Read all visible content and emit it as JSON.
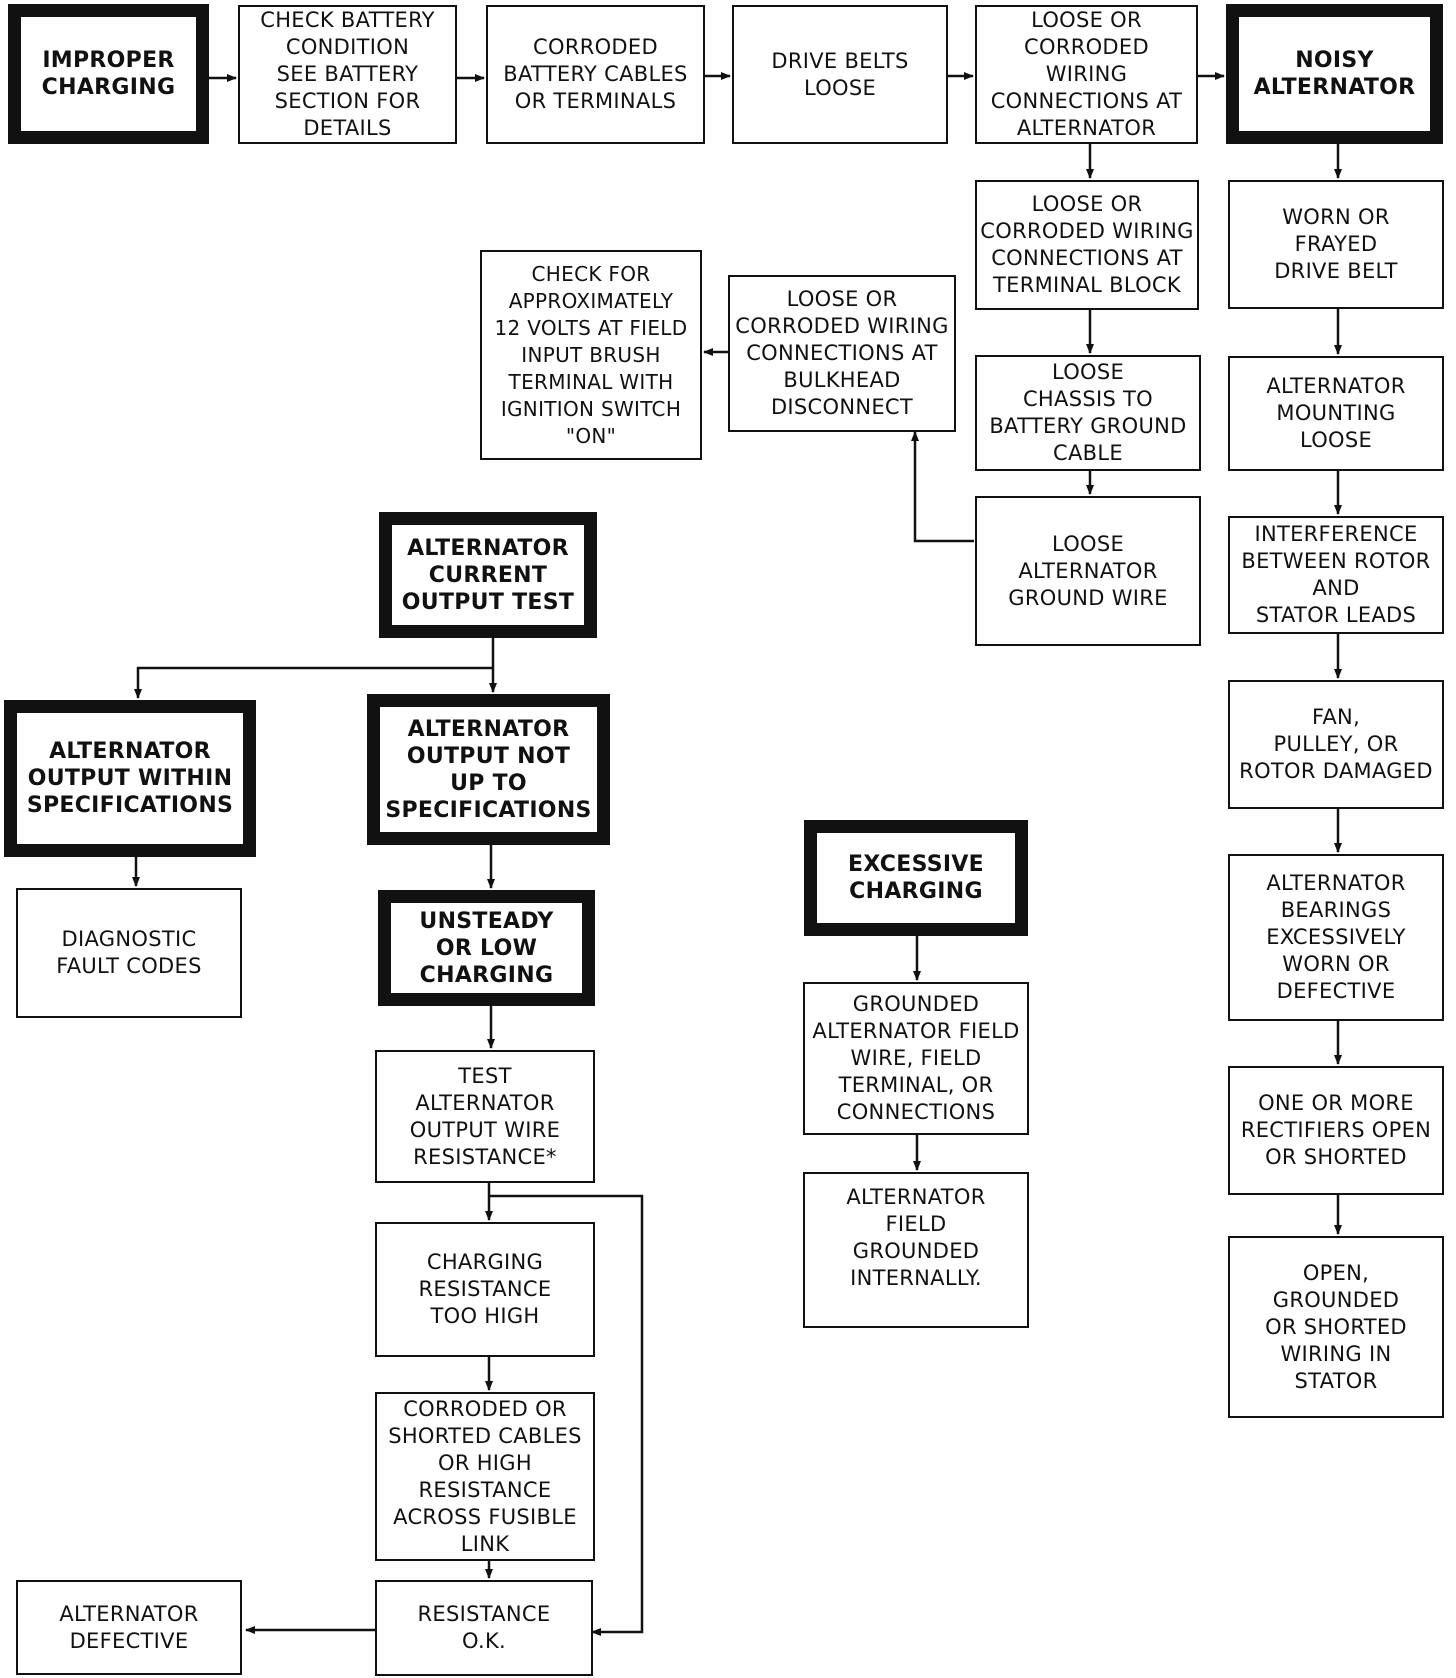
{
  "boxes": {
    "improper_charging": "IMPROPER\nCHARGING",
    "check_battery": "CHECK BATTERY\nCONDITION\nSEE BATTERY\nSECTION FOR\nDETAILS",
    "corroded_battery_cables": "CORRODED\nBATTERY CABLES\nOR TERMINALS",
    "drive_belts_loose": "DRIVE BELTS\nLOOSE",
    "loose_wiring_alternator": "LOOSE OR\nCORRODED WIRING\nCONNECTIONS AT\nALTERNATOR",
    "noisy_alternator": "NOISY\nALTERNATOR",
    "loose_wiring_terminal_block": "LOOSE OR\nCORRODED WIRING\nCONNECTIONS AT\nTERMINAL BLOCK",
    "worn_drive_belt": "WORN OR\nFRAYED\nDRIVE BELT",
    "check_12_volts": "CHECK FOR\nAPPROXIMATELY\n12 VOLTS AT FIELD\nINPUT BRUSH\nTERMINAL WITH\nIGNITION SWITCH\n\"ON\"",
    "loose_wiring_bulkhead": "LOOSE OR\nCORRODED WIRING\nCONNECTIONS AT\nBULKHEAD\nDISCONNECT",
    "loose_chassis_ground": "LOOSE\nCHASSIS TO\nBATTERY GROUND\nCABLE",
    "alternator_mounting_loose": "ALTERNATOR\nMOUNTING\nLOOSE",
    "loose_alternator_ground_wire": "LOOSE\nALTERNATOR\nGROUND WIRE",
    "interference_rotor_stator": "INTERFERENCE\nBETWEEN ROTOR\nAND\nSTATOR LEADS",
    "alternator_current_output_test": "ALTERNATOR\nCURRENT\nOUTPUT TEST",
    "output_within_specs": "ALTERNATOR\nOUTPUT WITHIN\nSPECIFICATIONS",
    "output_not_up_to_specs": "ALTERNATOR\nOUTPUT NOT\nUP TO\nSPECIFICATIONS",
    "fan_pulley_rotor": "FAN,\nPULLEY, OR\nROTOR DAMAGED",
    "excessive_charging": "EXCESSIVE\nCHARGING",
    "bearings_worn": "ALTERNATOR\nBEARINGS\nEXCESSIVELY\nWORN OR\nDEFECTIVE",
    "diagnostic_fault_codes": "DIAGNOSTIC\nFAULT CODES",
    "unsteady_low_charging": "UNSTEADY\nOR LOW\nCHARGING",
    "grounded_field_wire": "GROUNDED\nALTERNATOR FIELD\nWIRE, FIELD\nTERMINAL, OR\nCONNECTIONS",
    "test_output_wire_resistance": "TEST\nALTERNATOR\nOUTPUT WIRE\nRESISTANCE*",
    "rectifiers_open_shorted": "ONE OR MORE\nRECTIFIERS OPEN\nOR SHORTED",
    "field_grounded_internally": "ALTERNATOR FIELD\nGROUNDED\nINTERNALLY.",
    "charging_resistance_high": "CHARGING\nRESISTANCE\nTOO HIGH",
    "open_grounded_stator": "OPEN,\nGROUNDED\nOR SHORTED\nWIRING IN\nSTATOR",
    "corroded_shorted_cables": "CORRODED OR\nSHORTED CABLES\nOR HIGH\nRESISTANCE\nACROSS FUSIBLE\nLINK",
    "alternator_defective": "ALTERNATOR\nDEFECTIVE",
    "resistance_ok": "RESISTANCE\nO.K."
  }
}
